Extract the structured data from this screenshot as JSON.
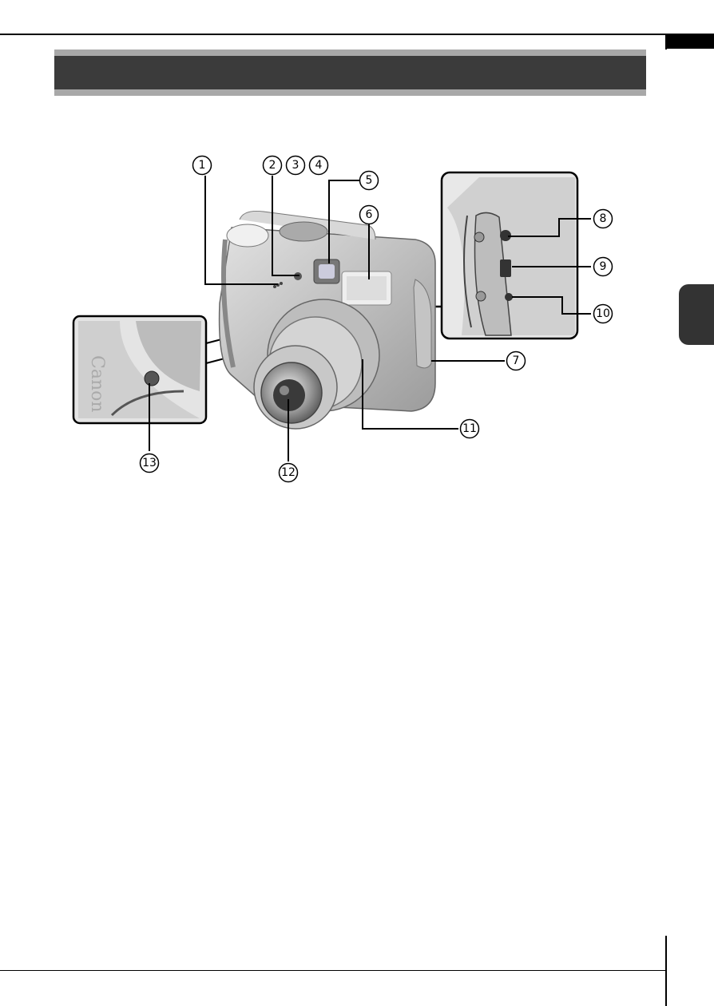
{
  "page": {
    "section_title": ""
  },
  "figure": {
    "callouts": [
      {
        "number": "1"
      },
      {
        "number": "2"
      },
      {
        "number": "3"
      },
      {
        "number": "4"
      },
      {
        "number": "5"
      },
      {
        "number": "6"
      },
      {
        "number": "7"
      },
      {
        "number": "8"
      },
      {
        "number": "9"
      },
      {
        "number": "10"
      },
      {
        "number": "11"
      },
      {
        "number": "12"
      },
      {
        "number": "13"
      }
    ],
    "logo_text": "Canon"
  },
  "colors": {
    "title_bar": "#3b3b3b",
    "title_bar_edge": "#a8a8a8",
    "side_tab": "#333333",
    "camera_body": "#c9c9c9"
  }
}
